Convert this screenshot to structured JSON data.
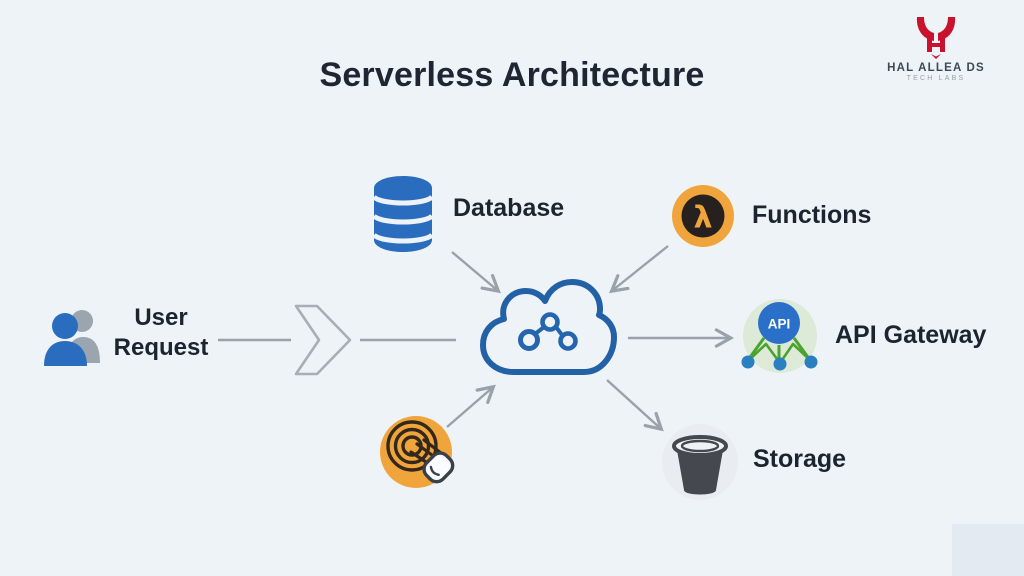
{
  "header": {
    "title": "Serverless Architecture"
  },
  "brand": {
    "name": "HAL ALLEA DS",
    "tagline": "TECH LABS"
  },
  "diagram": {
    "nodes": {
      "user_request": {
        "label_line1": "User",
        "label_line2": "Request"
      },
      "database": {
        "label": "Database"
      },
      "functions": {
        "label": "Functions",
        "icon_glyph": "λ"
      },
      "api_gateway": {
        "label": "API Gateway",
        "icon_text": "API"
      },
      "storage": {
        "label": "Storage"
      },
      "cloud": {
        "icon": "cloud-share-network"
      },
      "trigger": {
        "icon": "touch-click"
      }
    },
    "connections": [
      "user-request -> chevron -> cloud",
      "database -> cloud",
      "functions -> cloud",
      "trigger -> cloud",
      "cloud -> api-gateway",
      "cloud -> storage"
    ]
  },
  "colors": {
    "background": "#eef3f8",
    "title_text": "#1f2633",
    "label_text": "#1d242f",
    "cloud_blue": "#2361a7",
    "database_blue": "#2a6dbf",
    "orange": "#f0a43c",
    "lambda_inner": "#26211e",
    "api_green_bg": "#dcead7",
    "api_node_blue": "#2a7fc0",
    "api_line_green": "#4aa32e",
    "storage_gray_bg": "#e9edf1",
    "bucket_gray": "#45494f",
    "arrow_gray": "#9aa1a9",
    "brand_red": "#c9132e"
  }
}
